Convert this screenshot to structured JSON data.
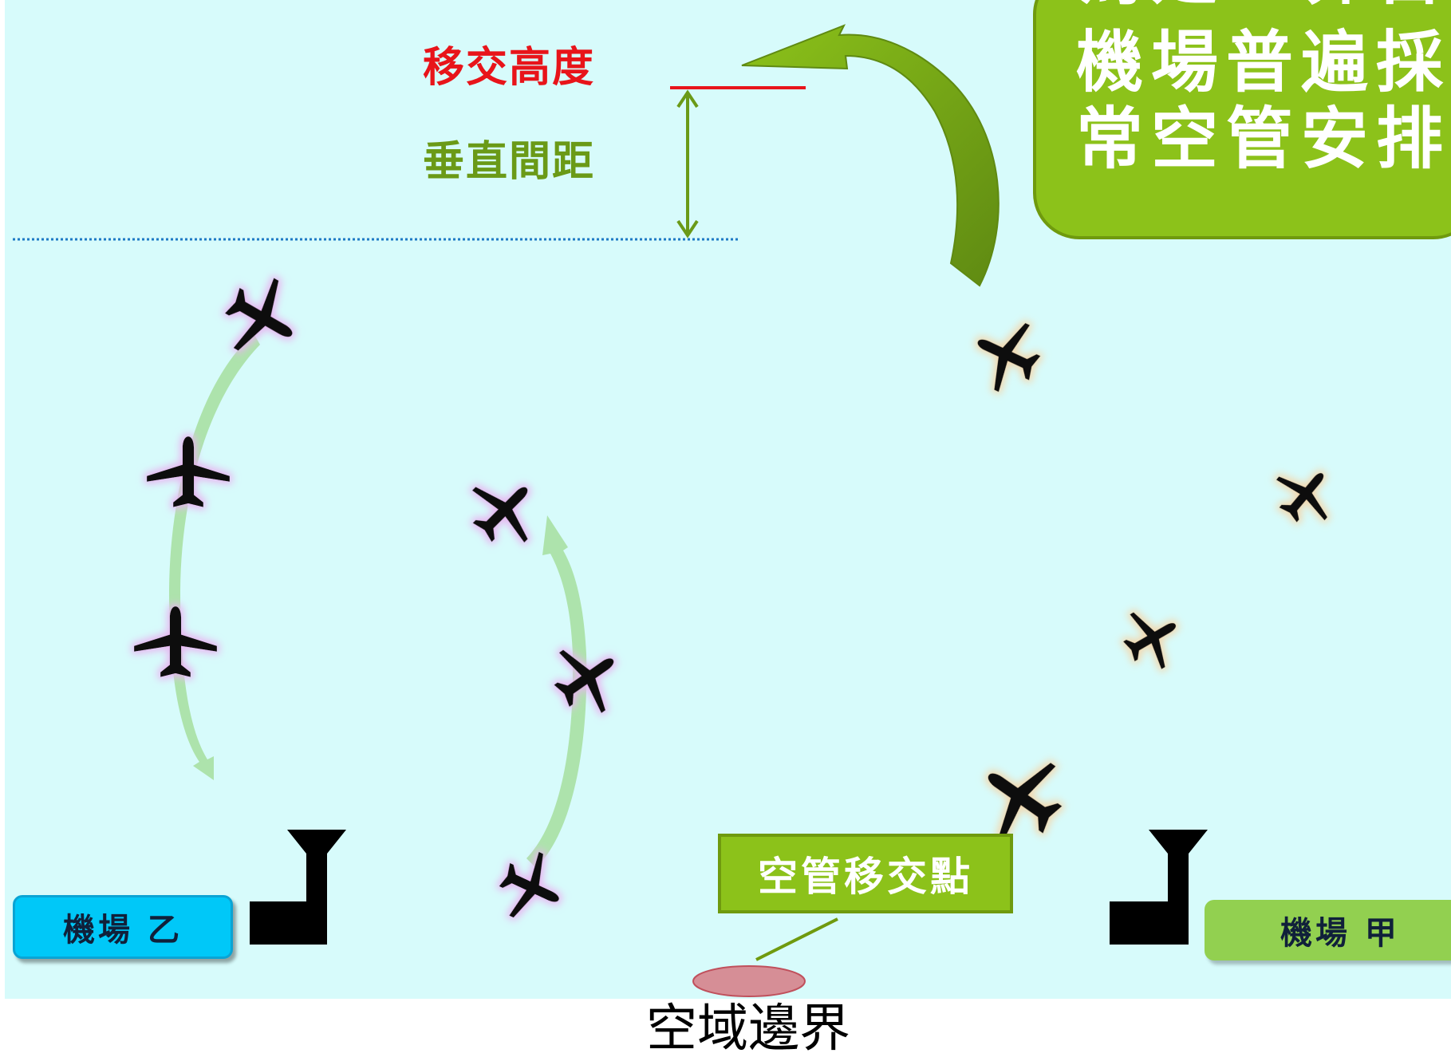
{
  "labels": {
    "transfer_altitude": "移交高度",
    "vertical_separation": "垂直間距",
    "airport_b": "機場 乙",
    "airport_a": "機場 甲",
    "handoff_point": "空管移交點",
    "airspace_boundary": "空域邊界"
  },
  "panel": {
    "line1": "為是世界首",
    "line2": "機場普遍採",
    "line3": "常空管安排"
  },
  "colors": {
    "background": "#d7fbfb",
    "transfer_line": "#e8141a",
    "separation_arrow": "#6a9a17",
    "panel_green": "#8cc21a",
    "airport_b_blue": "#00c8f8",
    "airport_a_green": "#92d050",
    "boundary_oval": "#d68e96",
    "plane": "#111111",
    "plane_glow_b": "#e8b4f0",
    "plane_glow_a": "#f3d7ad"
  },
  "icons": {
    "plane": "airplane-icon",
    "tower": "control-tower-icon"
  }
}
